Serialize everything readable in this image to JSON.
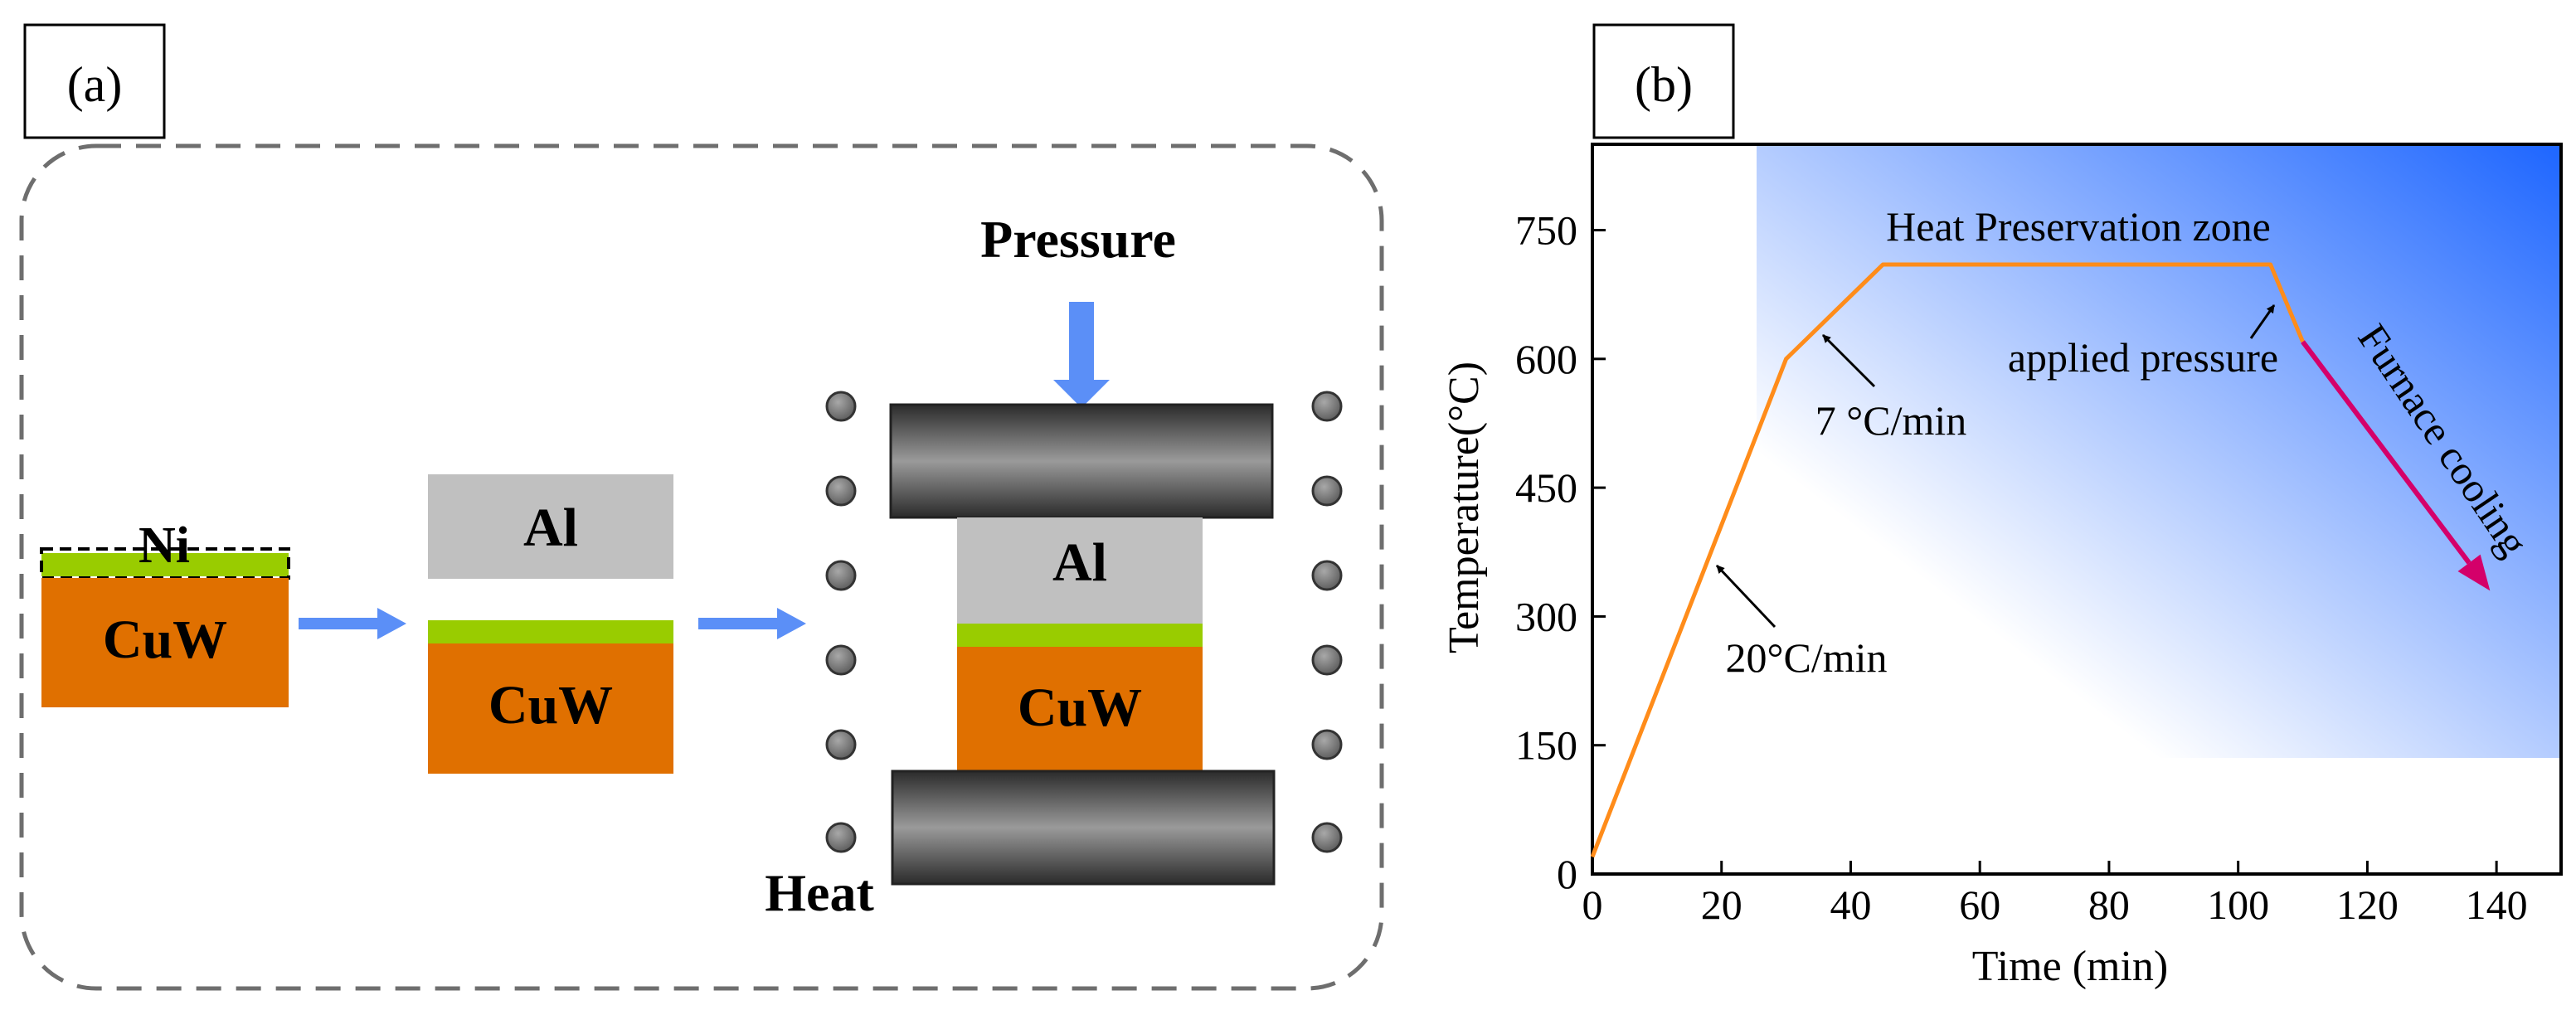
{
  "panel_a": {
    "label": "(a)",
    "layers": {
      "ni": "Ni",
      "cuw": "CuW",
      "al": "Al"
    },
    "pressure_label": "Pressure",
    "heat_label": "Heat",
    "colors": {
      "cuw": "#e07000",
      "ni": "#99cc00",
      "al": "#c0c0c0",
      "arrow": "#5b8ff7"
    }
  },
  "panel_b": {
    "label": "(b)",
    "annotations": {
      "zone": "Heat Preservation zone",
      "rate1": "7 °C/min",
      "rate2": "20°C/min",
      "pressure": "applied pressure",
      "cooling": "Furnace cooling"
    },
    "colors": {
      "profile": "#ff8c1a",
      "cooling": "#d4006a",
      "gradient": "#1e66ff"
    }
  },
  "chart_data": {
    "type": "line",
    "xlabel": "Time (min)",
    "ylabel": "Temperature(°C)",
    "xlim": [
      0,
      150
    ],
    "ylim": [
      0,
      850
    ],
    "xticks": [
      0,
      20,
      40,
      60,
      80,
      100,
      120,
      140
    ],
    "yticks": [
      0,
      150,
      300,
      450,
      600,
      750
    ],
    "series": [
      {
        "x": [
          0,
          30,
          45,
          105,
          110
        ],
        "y": [
          20,
          600,
          710,
          710,
          620
        ]
      }
    ],
    "cooling_arrow": {
      "x": [
        110,
        139
      ],
      "y": [
        620,
        330
      ]
    },
    "grid": false
  }
}
